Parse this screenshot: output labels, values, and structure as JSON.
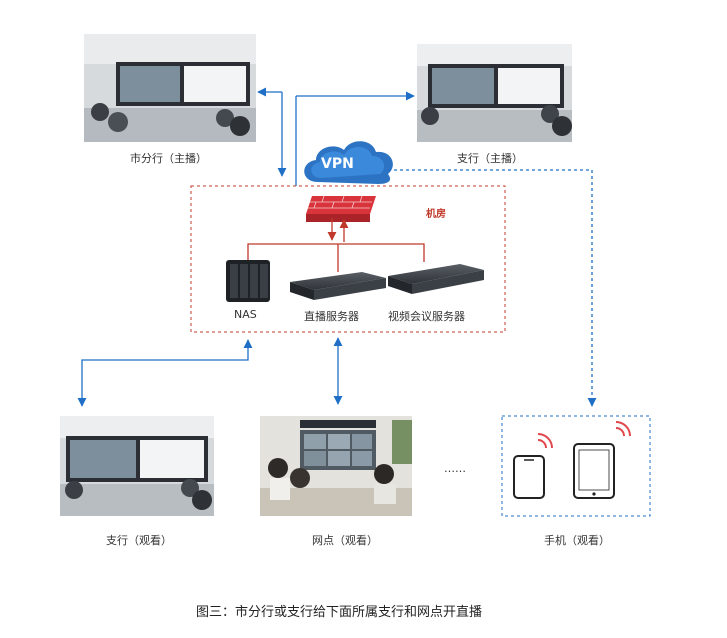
{
  "nodes": {
    "city_branch": "市分行（主播）",
    "branch_host": "支行（主播）",
    "branch_view": "支行（观看）",
    "outlet_view": "网点（观看）",
    "mobile_view": "手机（观看）",
    "ellipsis": "……"
  },
  "network": {
    "vpn": "VPN",
    "machine_room": "机房",
    "devices": {
      "nas": "NAS",
      "live_server": "直播服务器",
      "video_conf_server": "视频会议服务器"
    }
  },
  "caption": "图三：市分行或支行给下面所属支行和网点开直播",
  "colors": {
    "arrow_blue": "#1f6fc6",
    "line_red": "#c0392b",
    "firewall_red": "#d9343b",
    "vpn_blue": "#3a86d6"
  }
}
